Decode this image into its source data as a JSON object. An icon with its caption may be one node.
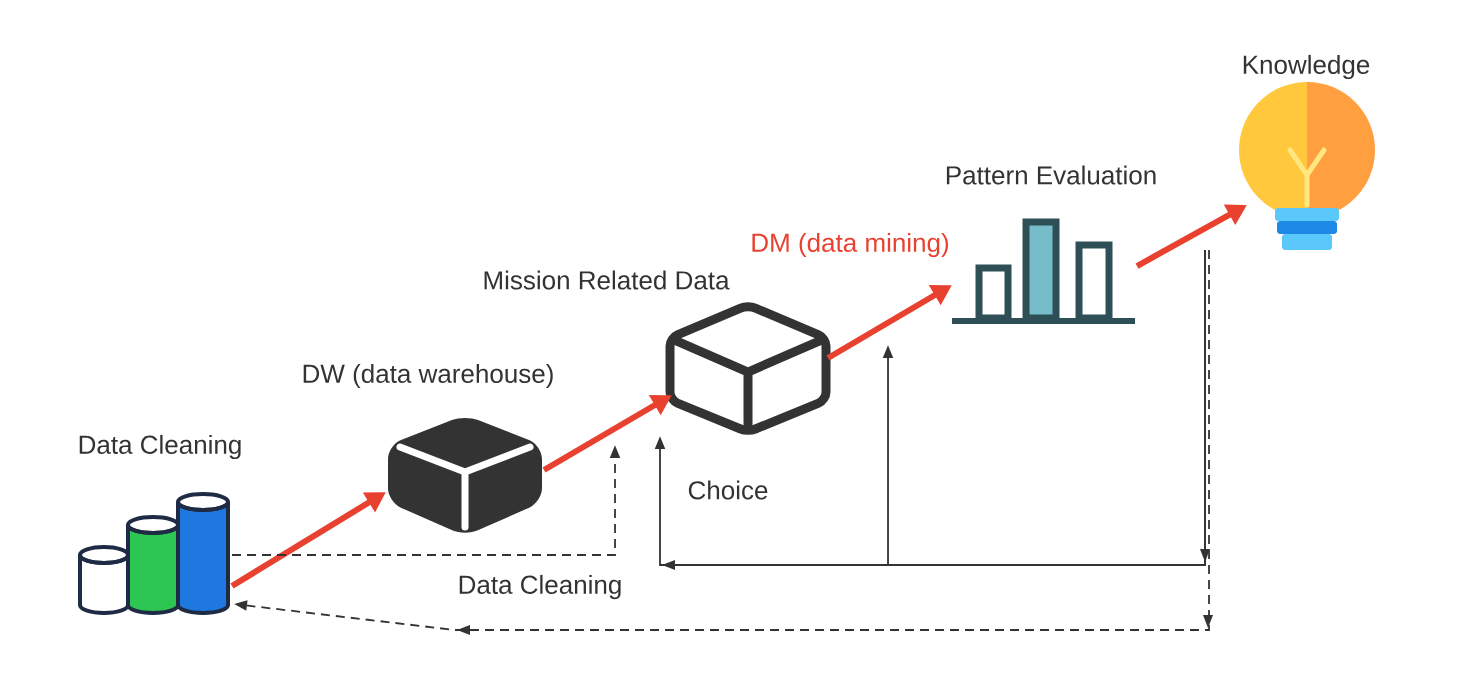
{
  "diagram": {
    "nodes": [
      {
        "text": [
          "Data Cleaning"
        ]
      },
      {
        "text": [
          "DW (data warehouse)"
        ]
      },
      {
        "text": [
          "Mission Related Data"
        ]
      },
      {
        "text": [
          "Pattern Evaluation"
        ]
      },
      {
        "text": [
          "Knowledge"
        ]
      }
    ],
    "edges": [
      {
        "from": 0,
        "to": 1,
        "arrow": "to",
        "style": "thick",
        "color": "#e8412f"
      },
      {
        "from": 1,
        "to": 2,
        "arrow": "to",
        "style": "thick",
        "color": "#e8412f"
      },
      {
        "from": 2,
        "to": 3,
        "arrow": "to",
        "style": "thick",
        "color": "#e8412f",
        "label": "DM (data mining)"
      },
      {
        "from": 3,
        "to": 4,
        "arrow": "to",
        "style": "thick",
        "color": "#e8412f"
      },
      {
        "from": 4,
        "to": 2,
        "arrow": "to",
        "color": "#333333",
        "label": "Choice"
      },
      {
        "from": 4,
        "to": null,
        "arrow": "to",
        "color": "#333333"
      },
      {
        "from": 4,
        "to": 0,
        "arrow": "to",
        "style": "dashed",
        "color": "#333333",
        "label": "Data Cleaning"
      },
      {
        "from": 0,
        "to": null,
        "arrow": "to",
        "style": "dashed",
        "color": "#333333"
      }
    ]
  }
}
